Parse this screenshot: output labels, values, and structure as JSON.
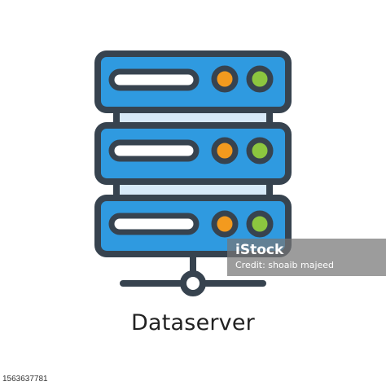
{
  "caption": "Dataserver",
  "icon_name": "server-rack-icon",
  "watermark": {
    "logo": "iStock",
    "credit": "Credit: shoaib majeed"
  },
  "stock_id": "1563637781",
  "colors": {
    "outline": "#37434f",
    "panel_blue": "#2f9ae0",
    "connector_light": "#d7e9f8",
    "led_orange": "#f39a1e",
    "led_green": "#8cc63f",
    "slot_white": "#ffffff",
    "caption_text": "#222222"
  }
}
